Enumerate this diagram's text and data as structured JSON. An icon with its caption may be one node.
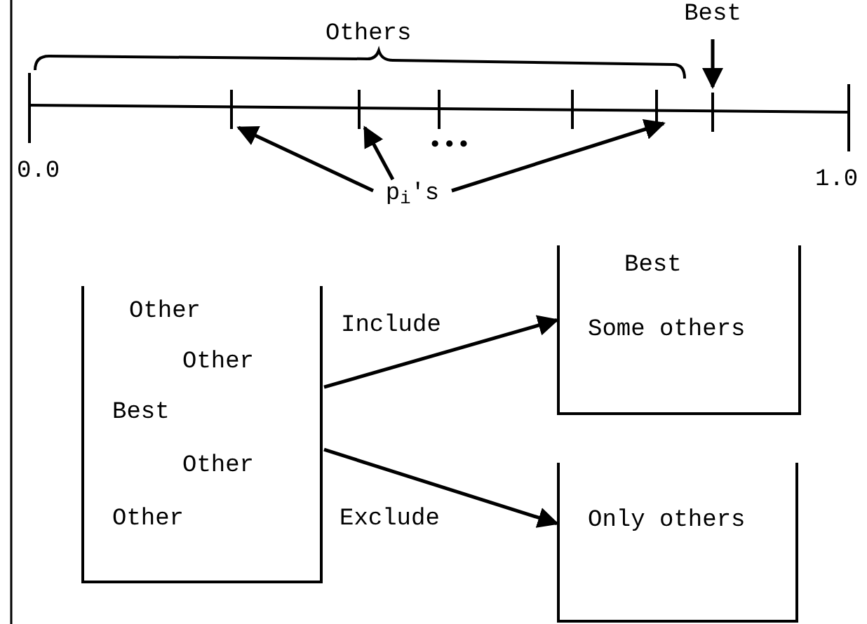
{
  "diagram": {
    "nodes": [
      {
        "text": [
          "Best"
        ]
      },
      {
        "text": [
          "p$_{i}$'s"
        ]
      },
      {
        "text": [
          "Other",
          "Other",
          "Best",
          "Other",
          "Other"
        ]
      },
      {
        "text": [
          "Best",
          "Some others"
        ]
      },
      {
        "text": [
          "Only others"
        ]
      },
      {
        "text": [],
        "shape": "bar"
      },
      {
        "text": [],
        "shape": "bar"
      },
      {
        "text": [],
        "shape": "bar"
      },
      {
        "text": [],
        "shape": "bar"
      }
    ],
    "edges": [
      {
        "from": 0,
        "to": 8,
        "arrow": "to"
      },
      {
        "from": 1,
        "to": 5,
        "arrow": "to"
      },
      {
        "from": 1,
        "to": 6,
        "arrow": "to"
      },
      {
        "from": 1,
        "to": 7,
        "arrow": "to"
      },
      {
        "from": 2,
        "to": 3,
        "arrow": "to",
        "label": "Include"
      },
      {
        "from": 2,
        "to": 4,
        "arrow": "to",
        "label": "Exclude"
      }
    ],
    "labels": [
      "Others",
      "0.0",
      "1.0",
      "•••"
    ]
  }
}
